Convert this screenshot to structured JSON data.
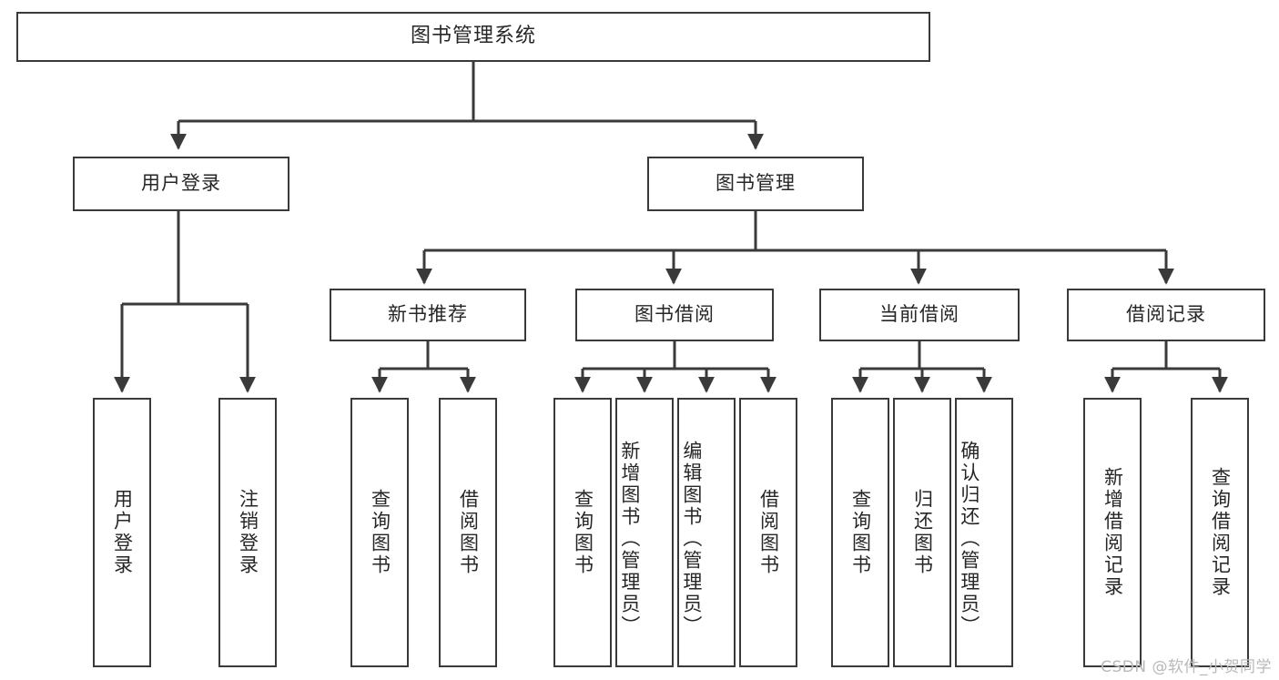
{
  "diagram": {
    "title": "图书管理系统",
    "watermark": "CSDN @软件_小贺同学",
    "stroke_color": "#3a3a3a",
    "text_color": "#262626",
    "background": "#ffffff",
    "levels": {
      "root": "图书管理系统",
      "level2": [
        "用户登录",
        "图书管理"
      ],
      "level3": [
        "新书推荐",
        "图书借阅",
        "当前借阅",
        "借阅记录"
      ]
    },
    "nodes": {
      "root": "图书管理系统",
      "user_login": "用户登录",
      "book_manage": "图书管理",
      "new_book_rec": "新书推荐",
      "book_borrow": "图书借阅",
      "current_borrow": "当前借阅",
      "borrow_record": "借阅记录"
    },
    "leaves": {
      "user_login": [
        "用户登录",
        "注销登录"
      ],
      "new_book_rec": [
        "查询图书",
        "借阅图书"
      ],
      "book_borrow": [
        "查询图书",
        "新增图书（管理员）",
        "编辑图书（管理员）",
        "借阅图书"
      ],
      "current_borrow": [
        "查询图书",
        "归还图书",
        "确认归还（管理员）"
      ],
      "borrow_record": [
        "新增借阅记录",
        "查询借阅记录"
      ]
    }
  }
}
